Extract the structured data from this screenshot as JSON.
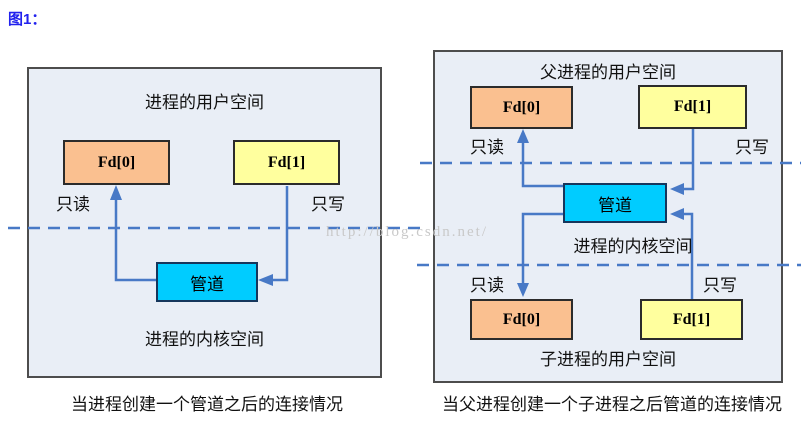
{
  "figure_label": "图1：",
  "watermark": "http://blog.csdn.net/",
  "colors": {
    "panel_fill": "#E9EEF6",
    "panel_border": "#4D4D4D",
    "fd0_fill": "#FAC090",
    "fd1_fill": "#FFFF9E",
    "pipe_fill": "#00CCFF",
    "pipe_border": "#16365C",
    "connector_blue": "#4879C6",
    "figure_label_color": "#2222EE",
    "watermark_color": "#C9C9C9"
  },
  "left_diagram": {
    "user_space_title": "进程的用户空间",
    "fd0_label": "Fd[0]",
    "fd1_label": "Fd[1]",
    "read_only_label": "只读",
    "write_only_label": "只写",
    "pipe_label": "管道",
    "kernel_space_label": "进程的内核空间",
    "caption": "当进程创建一个管道之后的连接情况"
  },
  "right_diagram": {
    "parent_user_space_title": "父进程的用户空间",
    "parent_fd0_label": "Fd[0]",
    "parent_fd1_label": "Fd[1]",
    "parent_read_only_label": "只读",
    "parent_write_only_label": "只写",
    "pipe_label": "管道",
    "kernel_space_label": "进程的内核空间",
    "child_read_only_label": "只读",
    "child_write_only_label": "只写",
    "child_fd0_label": "Fd[0]",
    "child_fd1_label": "Fd[1]",
    "child_user_space_title": "子进程的用户空间",
    "caption": "当父进程创建一个子进程之后管道的连接情况"
  }
}
